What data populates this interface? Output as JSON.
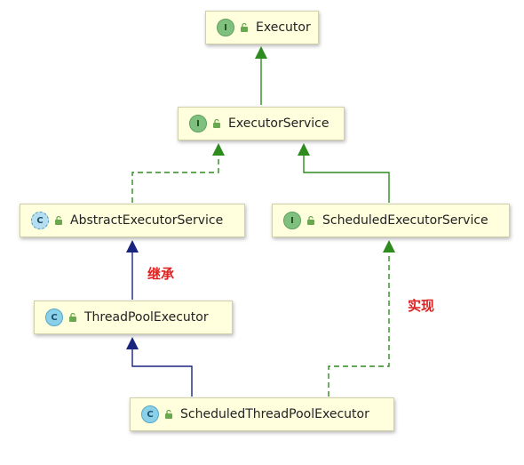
{
  "nodes": {
    "executor": {
      "kind": "I",
      "name": "Executor"
    },
    "executor_service": {
      "kind": "I",
      "name": "ExecutorService"
    },
    "abstract_executor_service": {
      "kind": "C",
      "name": "AbstractExecutorService"
    },
    "scheduled_executor_service": {
      "kind": "I",
      "name": "ScheduledExecutorService"
    },
    "thread_pool_executor": {
      "kind": "C",
      "name": "ThreadPoolExecutor"
    },
    "scheduled_thread_pool_executor": {
      "kind": "C",
      "name": "ScheduledThreadPoolExecutor"
    }
  },
  "edge_labels": {
    "inherit": "继承",
    "implement": "实现"
  },
  "colors": {
    "implements_edge": "#2e8b1e",
    "extends_edge": "#1a237e",
    "edge_label": "#dd2222",
    "node_bg": "#ffffdd"
  }
}
